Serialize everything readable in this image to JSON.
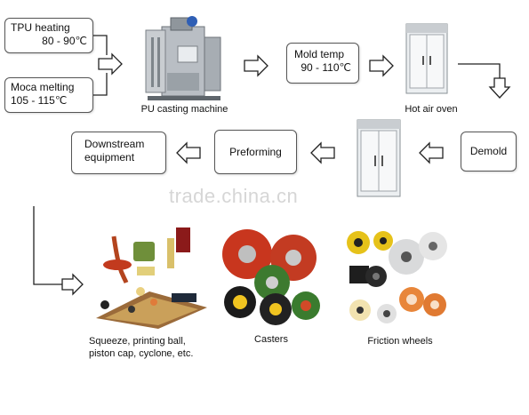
{
  "steps": {
    "tpu_heating": {
      "line1": "TPU heating",
      "line2": "80 - 90℃"
    },
    "moca_melting": {
      "line1": "Moca melting",
      "line2": "105 - 115℃"
    },
    "pu_casting_machine": "PU casting machine",
    "mold_temp": {
      "line1": "Mold temp",
      "line2": "90 - 110℃"
    },
    "hot_air_oven": "Hot air oven",
    "demold": "Demold",
    "preforming": "Preforming",
    "downstream": {
      "line1": "Downstream",
      "line2": "equipment"
    }
  },
  "products": {
    "squeeze": {
      "line1": "Squeeze, printing ball,",
      "line2": "piston cap, cyclone, etc."
    },
    "casters": "Casters",
    "friction_wheels": "Friction wheels"
  },
  "watermark": "trade.china.cn"
}
